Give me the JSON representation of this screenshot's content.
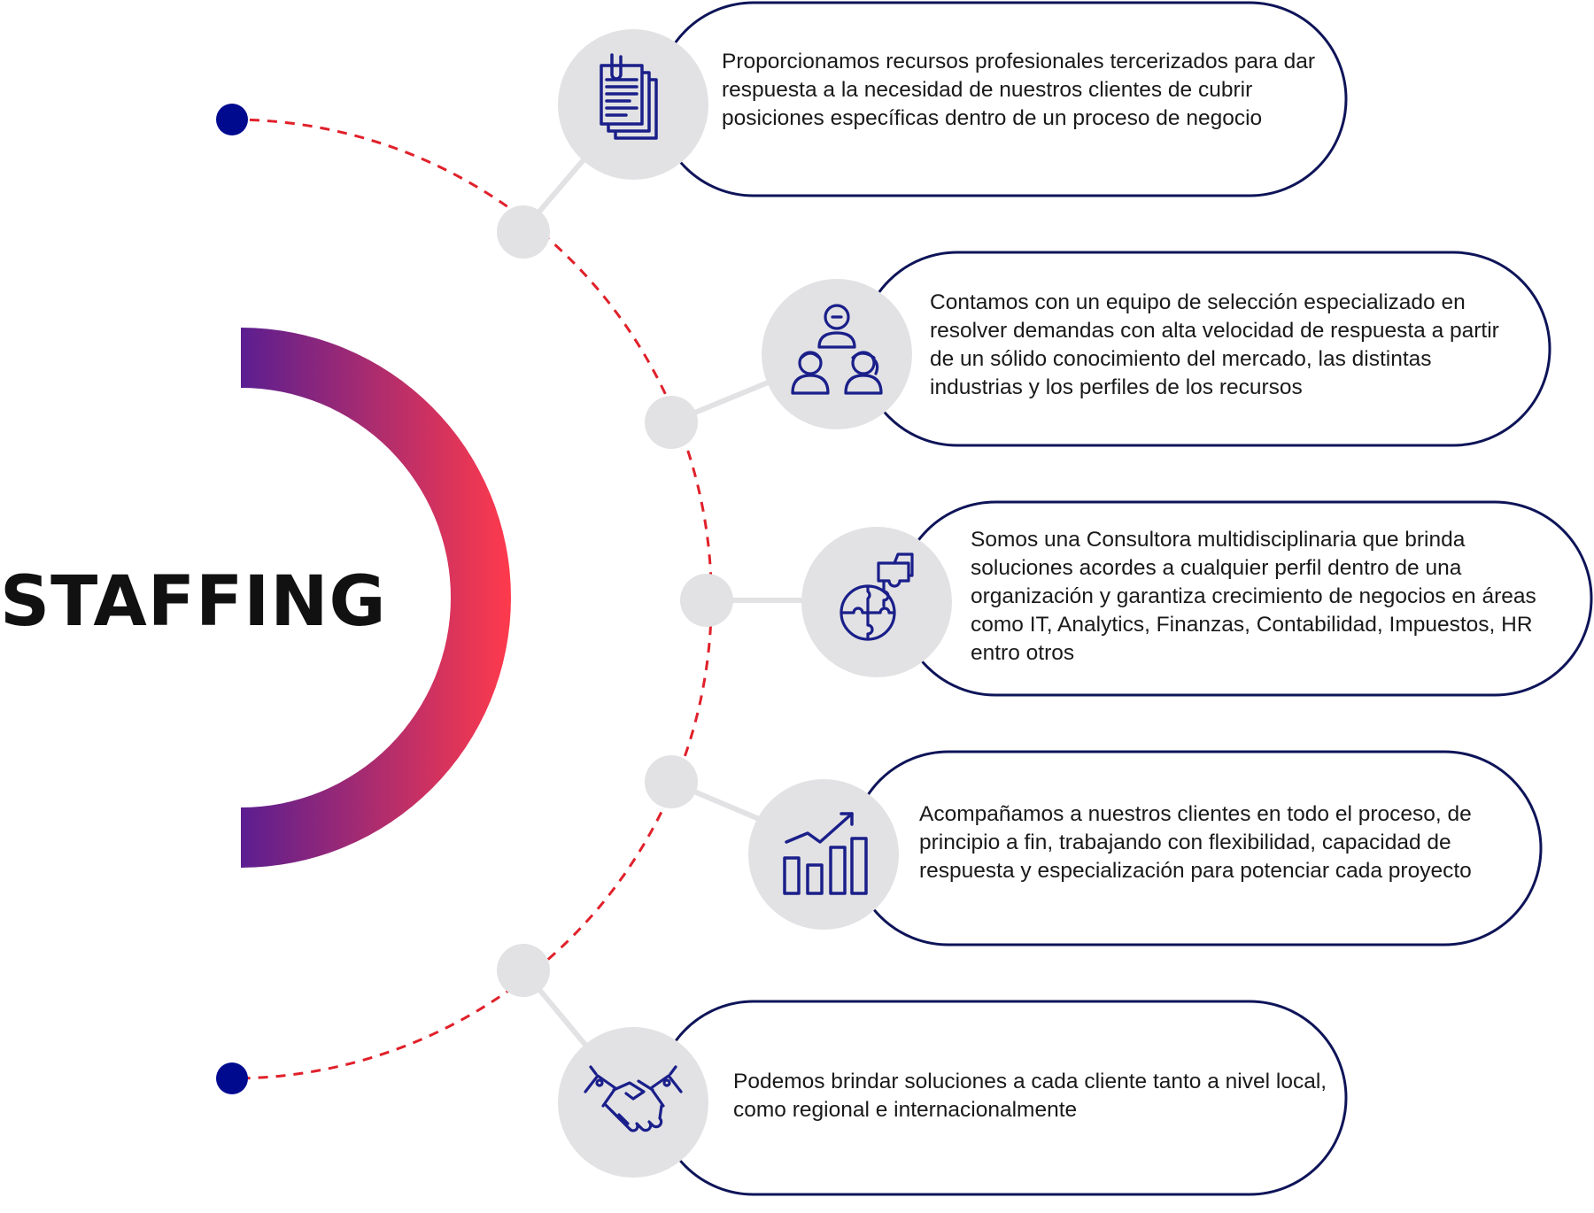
{
  "title": "STAFFING",
  "colors": {
    "navy": "#0e1458",
    "icon": "#1a1f8a",
    "dot": "#000a8f",
    "dash": "#e0202a",
    "node": "#e2e2e4",
    "gradient_start": "#5b1e90",
    "gradient_end": "#ff3a4c"
  },
  "items": [
    {
      "icon": "documents-icon",
      "text": "Proporcionamos recursos profesionales tercerizados para dar respuesta a la necesidad de nuestros clientes de cubrir posiciones específicas dentro de un proceso de negocio"
    },
    {
      "icon": "team-icon",
      "text": "Contamos con un equipo de selección especializado en resolver demandas con alta velocidad de respuesta a partir de un sólido conocimiento del mercado, las distintas industrias y los perfiles de los recursos"
    },
    {
      "icon": "puzzle-globe-icon",
      "text": "Somos una Consultora multidisciplinaria que brinda soluciones acordes a cualquier perfil dentro de una organización y garantiza crecimiento de negocios en áreas como IT, Analytics, Finanzas, Contabilidad, Impuestos, HR entro otros"
    },
    {
      "icon": "growth-chart-icon",
      "text": "Acompañamos a nuestros clientes en todo el proceso, de principio a fin, trabajando con flexibilidad, capacidad de respuesta y especialización para potenciar cada proyecto"
    },
    {
      "icon": "handshake-icon",
      "text": "Podemos brindar soluciones a cada cliente tanto a nivel local, como regional e internacionalmente"
    }
  ]
}
